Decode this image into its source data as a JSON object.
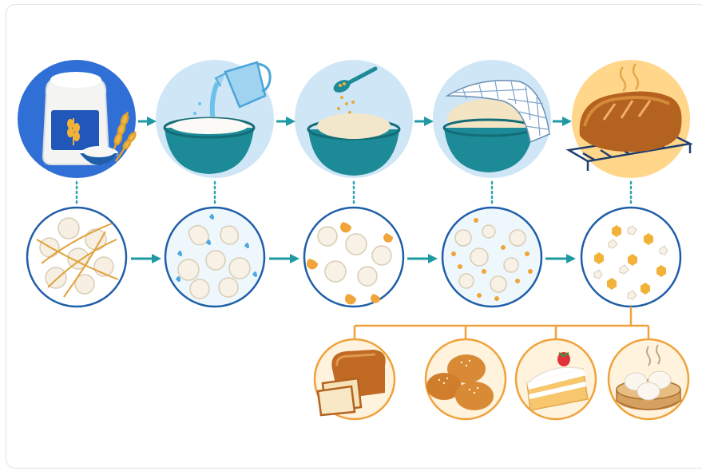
{
  "diagram": {
    "top_row": [
      {
        "stage": "flour",
        "bg_color": "#2f6fd6"
      },
      {
        "stage": "add-water",
        "bg_color": "#cfe6f7"
      },
      {
        "stage": "add-yeast",
        "bg_color": "#cfe6f7"
      },
      {
        "stage": "proof-dough",
        "bg_color": "#cfe6f7"
      },
      {
        "stage": "baked-loaf",
        "bg_color": "#ffd68a"
      }
    ],
    "micro_row": [
      {
        "stage": "starch-granules-and-gluten-strands"
      },
      {
        "stage": "hydrated-granules"
      },
      {
        "stage": "yeast-activity"
      },
      {
        "stage": "fermented-network"
      },
      {
        "stage": "set-crumb"
      }
    ],
    "products": [
      {
        "name": "sandwich-bread"
      },
      {
        "name": "buns"
      },
      {
        "name": "sponge-cake"
      },
      {
        "name": "steamed-buns"
      }
    ],
    "colors": {
      "arrow": "#1f9aa3",
      "connector_dots": "#2aa3b0",
      "micro_ring": "#1f5ea8",
      "branch_line": "#f0a23a",
      "bowl": "#1d8b97"
    }
  }
}
